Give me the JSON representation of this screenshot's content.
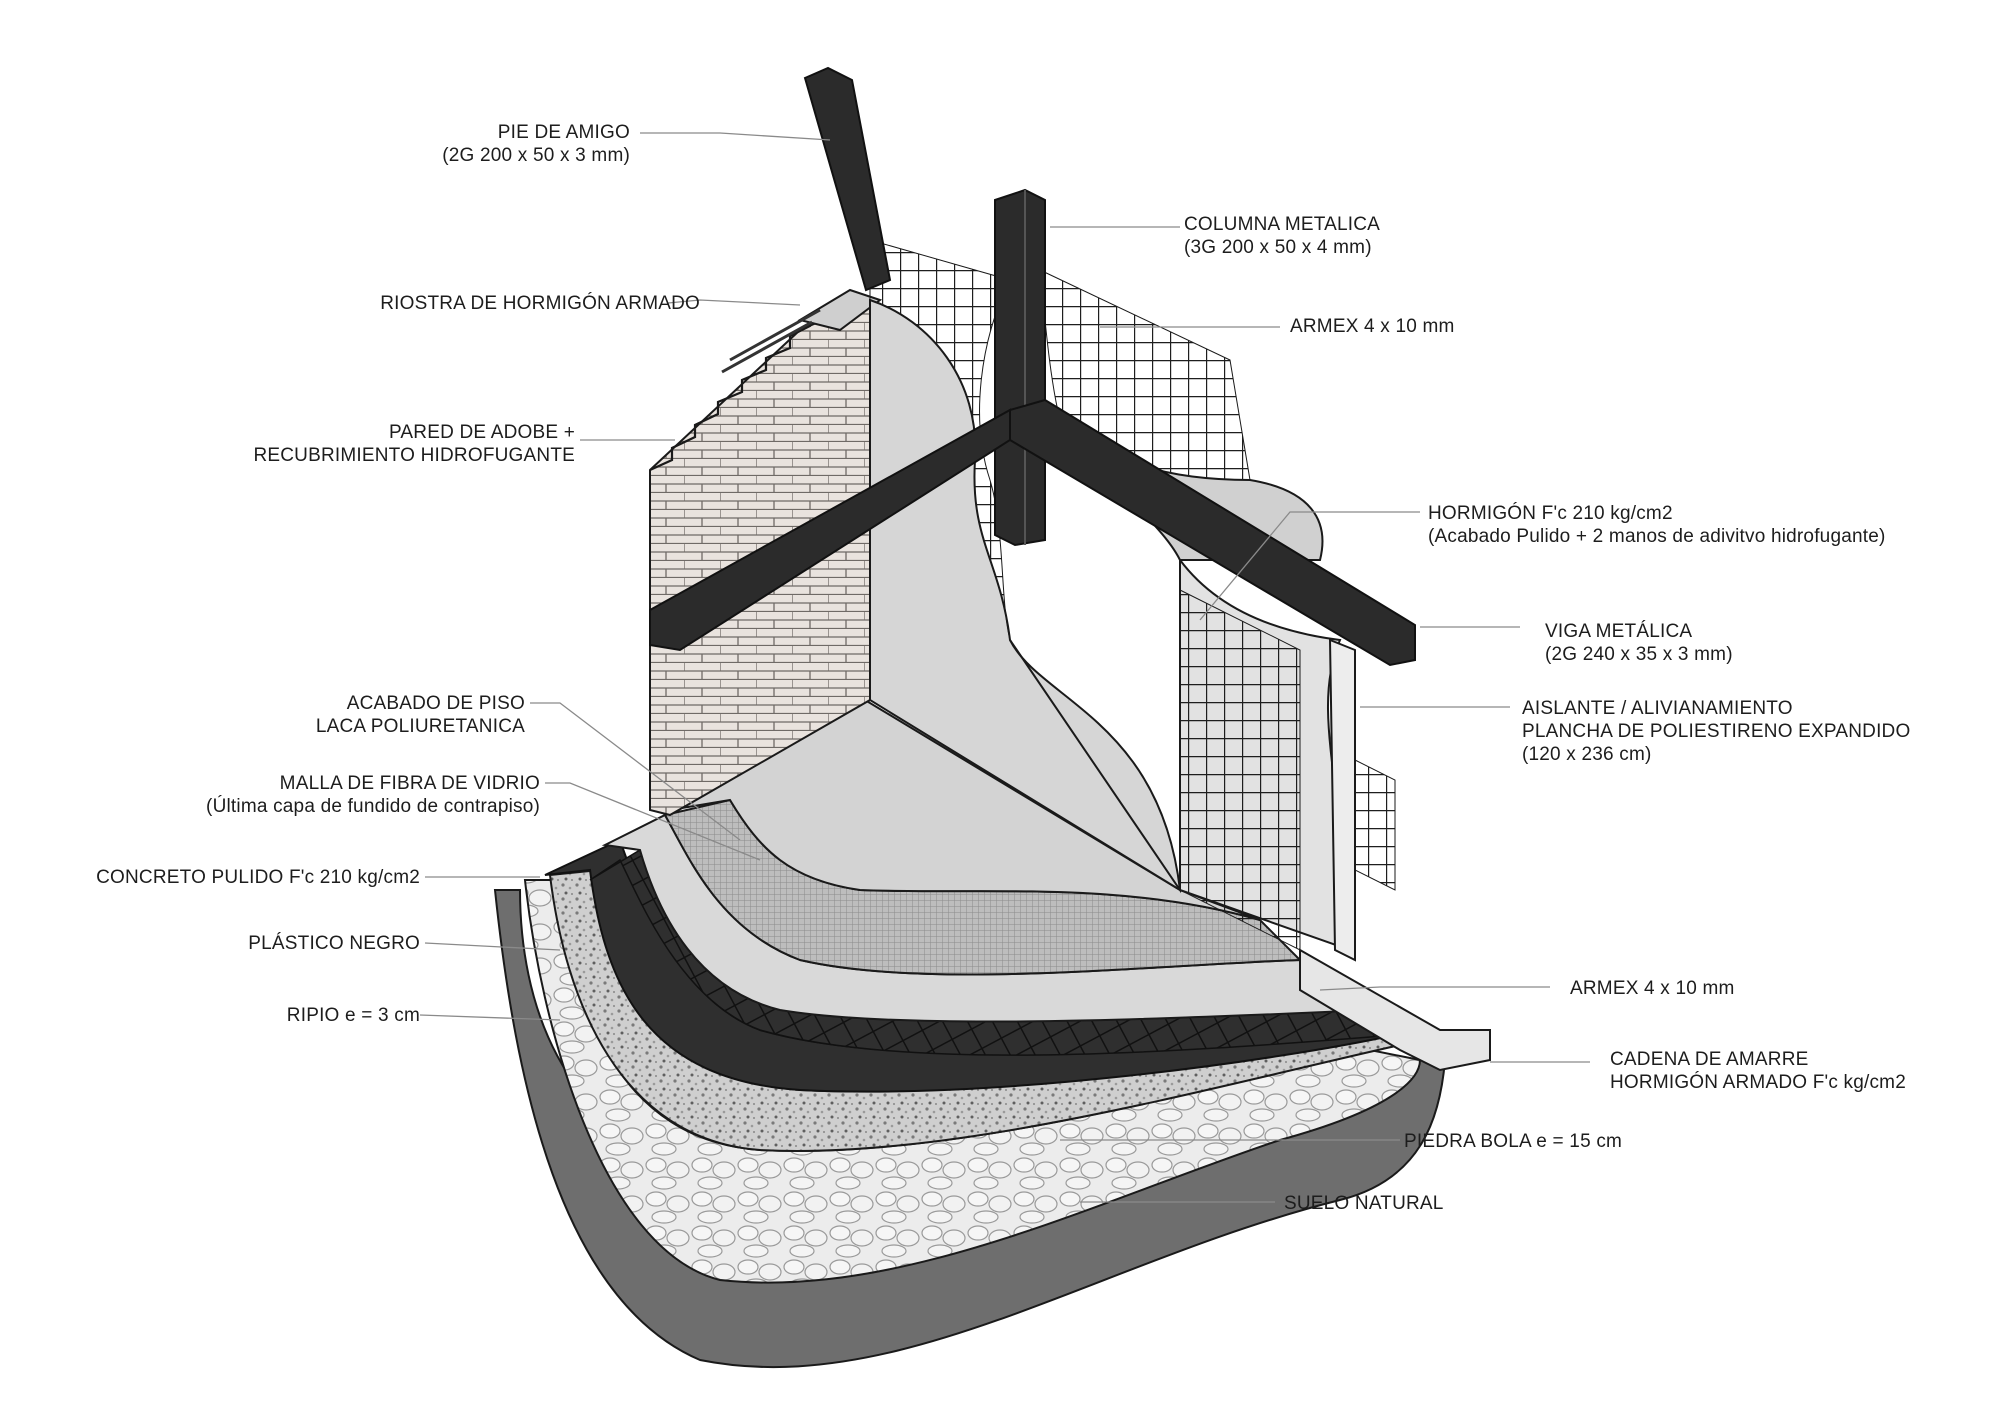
{
  "labels": {
    "pie_de_amigo": [
      "PIE DE AMIGO",
      "(2G 200 x 50 x 3 mm)"
    ],
    "riostra": [
      "RIOSTRA DE HORMIGÓN ARMADO"
    ],
    "pared_adobe": [
      "PARED DE ADOBE +",
      "RECUBRIMIENTO HIDROFUGANTE"
    ],
    "acabado_piso": [
      "ACABADO DE PISO",
      "LACA POLIURETANICA"
    ],
    "malla_fibra": [
      "MALLA DE FIBRA DE VIDRIO",
      "(Última capa de fundido de contrapiso)"
    ],
    "concreto_pulido": [
      "CONCRETO PULIDO F'c 210 kg/cm2"
    ],
    "plastico_negro": [
      "PLÁSTICO NEGRO"
    ],
    "ripio": [
      "RIPIO e = 3 cm"
    ],
    "columna_metalica": [
      "COLUMNA METALICA",
      "(3G 200 x 50 x 4 mm)"
    ],
    "armex_top": [
      "ARMEX 4 x 10 mm"
    ],
    "hormigon": [
      "HORMIGÓN F'c 210 kg/cm2",
      "(Acabado Pulido + 2 manos de adivitvo hidrofugante)"
    ],
    "viga_metalica": [
      "VIGA METÁLICA",
      "(2G 240 x 35 x 3 mm)"
    ],
    "aislante": [
      "AISLANTE / ALIVIANAMIENTO",
      "PLANCHA DE POLIESTIRENO EXPANDIDO",
      "(120 x 236 cm)"
    ],
    "armex_bottom": [
      "ARMEX 4 x 10 mm"
    ],
    "cadena_amarre": [
      "CADENA DE AMARRE",
      "HORMIGÓN ARMADO F'c kg/cm2"
    ],
    "piedra_bola": [
      "PIEDRA BOLA e = 15 cm"
    ],
    "suelo_natural": [
      "SUELO NATURAL"
    ]
  },
  "colors": {
    "steel": "#2b2b2b",
    "concrete": "#dcdcdc",
    "brick": "#e9e3de",
    "soil": "#6e6e6e",
    "plastic": "#2f2f2f"
  }
}
